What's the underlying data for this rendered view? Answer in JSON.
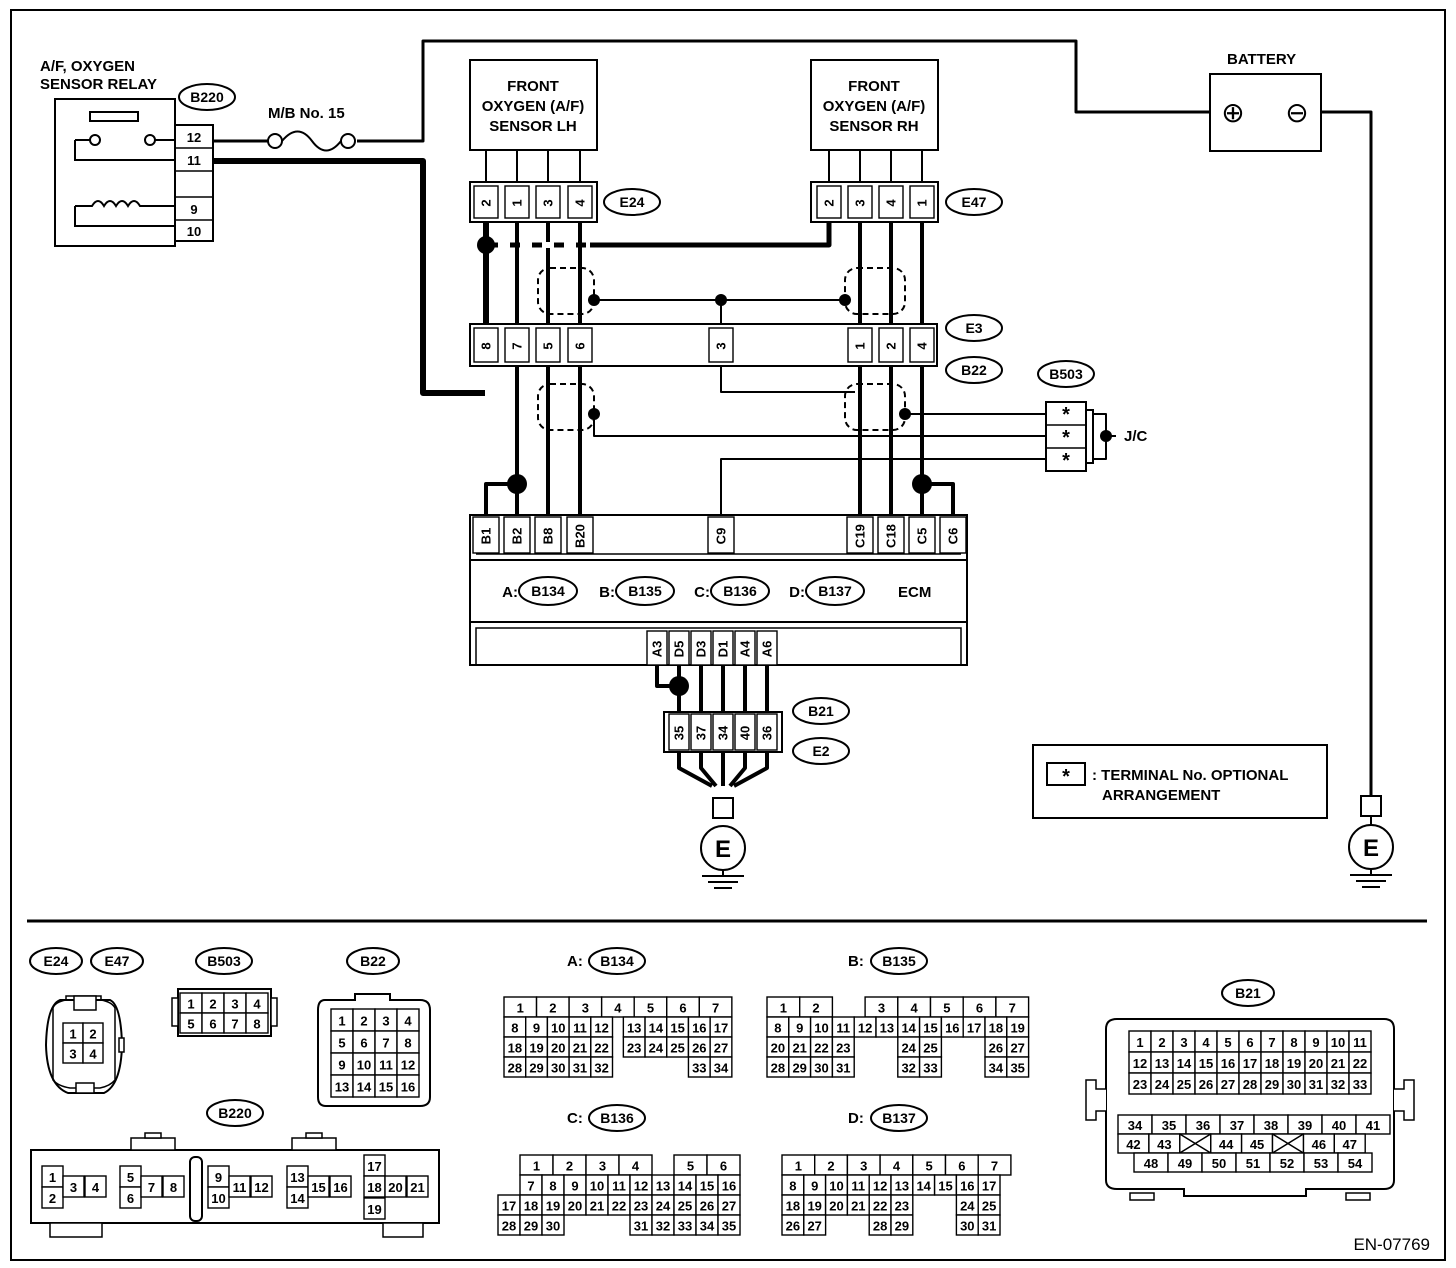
{
  "relay": {
    "title_line1": "A/F, OXYGEN",
    "title_line2": "SENSOR RELAY",
    "connector": "B220",
    "pins": [
      "12",
      "11",
      "",
      "9",
      "10"
    ]
  },
  "fuse_label": "M/B No. 15",
  "battery": {
    "label": "BATTERY",
    "plus": "⊕",
    "minus": "⊖"
  },
  "sensor_lh": {
    "line1": "FRONT",
    "line2": "OXYGEN (A/F)",
    "line3": "SENSOR LH",
    "connector": "E24",
    "pins": [
      "2",
      "1",
      "3",
      "4"
    ]
  },
  "sensor_rh": {
    "line1": "FRONT",
    "line2": "OXYGEN (A/F)",
    "line3": "SENSOR RH",
    "connector": "E47",
    "pins": [
      "2",
      "3",
      "4",
      "1"
    ]
  },
  "harness_connector": {
    "ids": [
      "E3",
      "B22"
    ],
    "pins": [
      "8",
      "7",
      "5",
      "6",
      "3",
      "1",
      "2",
      "4"
    ]
  },
  "jc": {
    "connector": "B503",
    "label": "J/C",
    "pins": [
      "*",
      "*",
      "*"
    ]
  },
  "ecm": {
    "label": "ECM",
    "top_pins": [
      "B1",
      "B2",
      "B8",
      "B20",
      "C9",
      "C19",
      "C18",
      "C5",
      "C6"
    ],
    "bottom_pins": [
      "A3",
      "D5",
      "D3",
      "D1",
      "A4",
      "A6"
    ],
    "connectors": [
      {
        "letter": "A:",
        "id": "B134"
      },
      {
        "letter": "B:",
        "id": "B135"
      },
      {
        "letter": "C:",
        "id": "B136"
      },
      {
        "letter": "D:",
        "id": "B137"
      }
    ]
  },
  "ground_connector": {
    "ids": [
      "B21",
      "E2"
    ],
    "pins": [
      "35",
      "37",
      "34",
      "40",
      "36"
    ]
  },
  "ground_symbol": "E",
  "legend": {
    "star": "*",
    "line1": ": TERMINAL No. OPTIONAL",
    "line2": "ARRANGEMENT"
  },
  "views": {
    "e24": "E24",
    "e47": "E47",
    "b503": "B503",
    "b22": "B22",
    "b134": "B134",
    "b135": "B135",
    "b136": "B136",
    "b137": "B137",
    "b220": "B220",
    "b21": "B21",
    "prefix_a": "A:",
    "prefix_b": "B:",
    "prefix_c": "C:",
    "prefix_d": "D:",
    "e24_pins": [
      "1",
      "2",
      "3",
      "4"
    ],
    "b503_pins": [
      "1",
      "2",
      "3",
      "4",
      "5",
      "6",
      "7",
      "8"
    ],
    "b22_pins": [
      "1",
      "2",
      "3",
      "4",
      "5",
      "6",
      "7",
      "8",
      "9",
      "10",
      "11",
      "12",
      "13",
      "14",
      "15",
      "16"
    ],
    "b134_rows": [
      [
        "1",
        "2",
        "3",
        "4",
        "5",
        "6",
        "7"
      ],
      [
        "8",
        "9",
        "10",
        "11",
        "12",
        "13",
        "14",
        "15",
        "16",
        "17"
      ],
      [
        "18",
        "19",
        "20",
        "21",
        "22",
        "23",
        "24",
        "25",
        "26",
        "27"
      ],
      [
        "28",
        "29",
        "30",
        "31",
        "32",
        "33",
        "34"
      ]
    ],
    "b135_rows": [
      [
        "1",
        "2",
        "3",
        "4",
        "5",
        "6",
        "7"
      ],
      [
        "8",
        "9",
        "10",
        "11",
        "12",
        "13",
        "14",
        "15",
        "16",
        "17",
        "18",
        "19"
      ],
      [
        "20",
        "21",
        "22",
        "23",
        "24",
        "25",
        "26",
        "27"
      ],
      [
        "28",
        "29",
        "30",
        "31",
        "32",
        "33",
        "34",
        "35"
      ]
    ],
    "b136_rows": [
      [
        "1",
        "2",
        "3",
        "4",
        "5",
        "6"
      ],
      [
        "7",
        "8",
        "9",
        "10",
        "11",
        "12",
        "13",
        "14",
        "15",
        "16"
      ],
      [
        "17",
        "18",
        "19",
        "20",
        "21",
        "22",
        "23",
        "24",
        "25",
        "26",
        "27"
      ],
      [
        "28",
        "29",
        "30",
        "31",
        "32",
        "33",
        "34",
        "35"
      ]
    ],
    "b137_rows": [
      [
        "1",
        "2",
        "3",
        "4",
        "5",
        "6",
        "7"
      ],
      [
        "8",
        "9",
        "10",
        "11",
        "12",
        "13",
        "14",
        "15",
        "16",
        "17"
      ],
      [
        "18",
        "19",
        "20",
        "21",
        "22",
        "23",
        "24",
        "25"
      ],
      [
        "26",
        "27",
        "28",
        "29",
        "30",
        "31"
      ]
    ],
    "b220_pins": [
      "1",
      "2",
      "3",
      "4",
      "5",
      "6",
      "7",
      "8",
      "9",
      "10",
      "11",
      "12",
      "13",
      "14",
      "15",
      "16",
      "17",
      "18",
      "19",
      "20",
      "21"
    ],
    "b21_rows": [
      [
        "1",
        "2",
        "3",
        "4",
        "5",
        "6",
        "7",
        "8",
        "9",
        "10",
        "11"
      ],
      [
        "12",
        "13",
        "14",
        "15",
        "16",
        "17",
        "18",
        "19",
        "20",
        "21",
        "22"
      ],
      [
        "23",
        "24",
        "25",
        "26",
        "27",
        "28",
        "29",
        "30",
        "31",
        "32",
        "33"
      ],
      [
        "34",
        "35",
        "36",
        "37",
        "38",
        "39",
        "40",
        "41"
      ],
      [
        "42",
        "43",
        "44",
        "45",
        "46",
        "47"
      ],
      [
        "48",
        "49",
        "50",
        "51",
        "52",
        "53",
        "54"
      ]
    ]
  },
  "figure_id": "EN-07769"
}
